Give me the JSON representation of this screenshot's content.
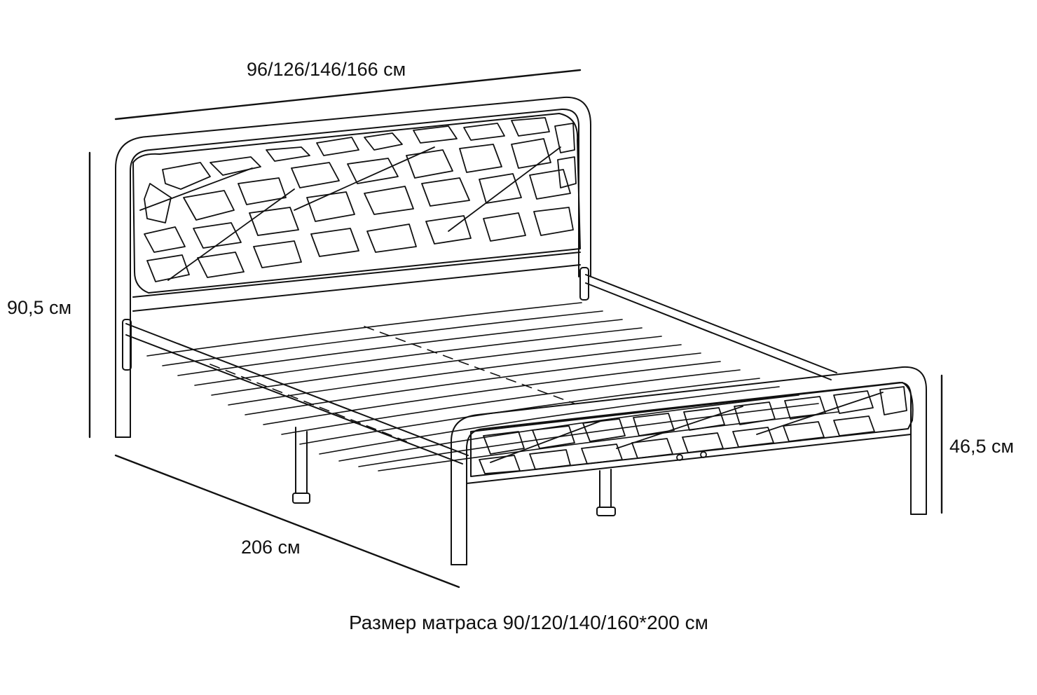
{
  "dimensions": {
    "width": "96/126/146/166 см",
    "headboard_height": "90,5 см",
    "length": "206 см",
    "footboard_height": "46,5 см"
  },
  "caption": "Размер матраса 90/120/140/160*200 см",
  "colors": {
    "line": "#111111",
    "background": "#ffffff"
  }
}
